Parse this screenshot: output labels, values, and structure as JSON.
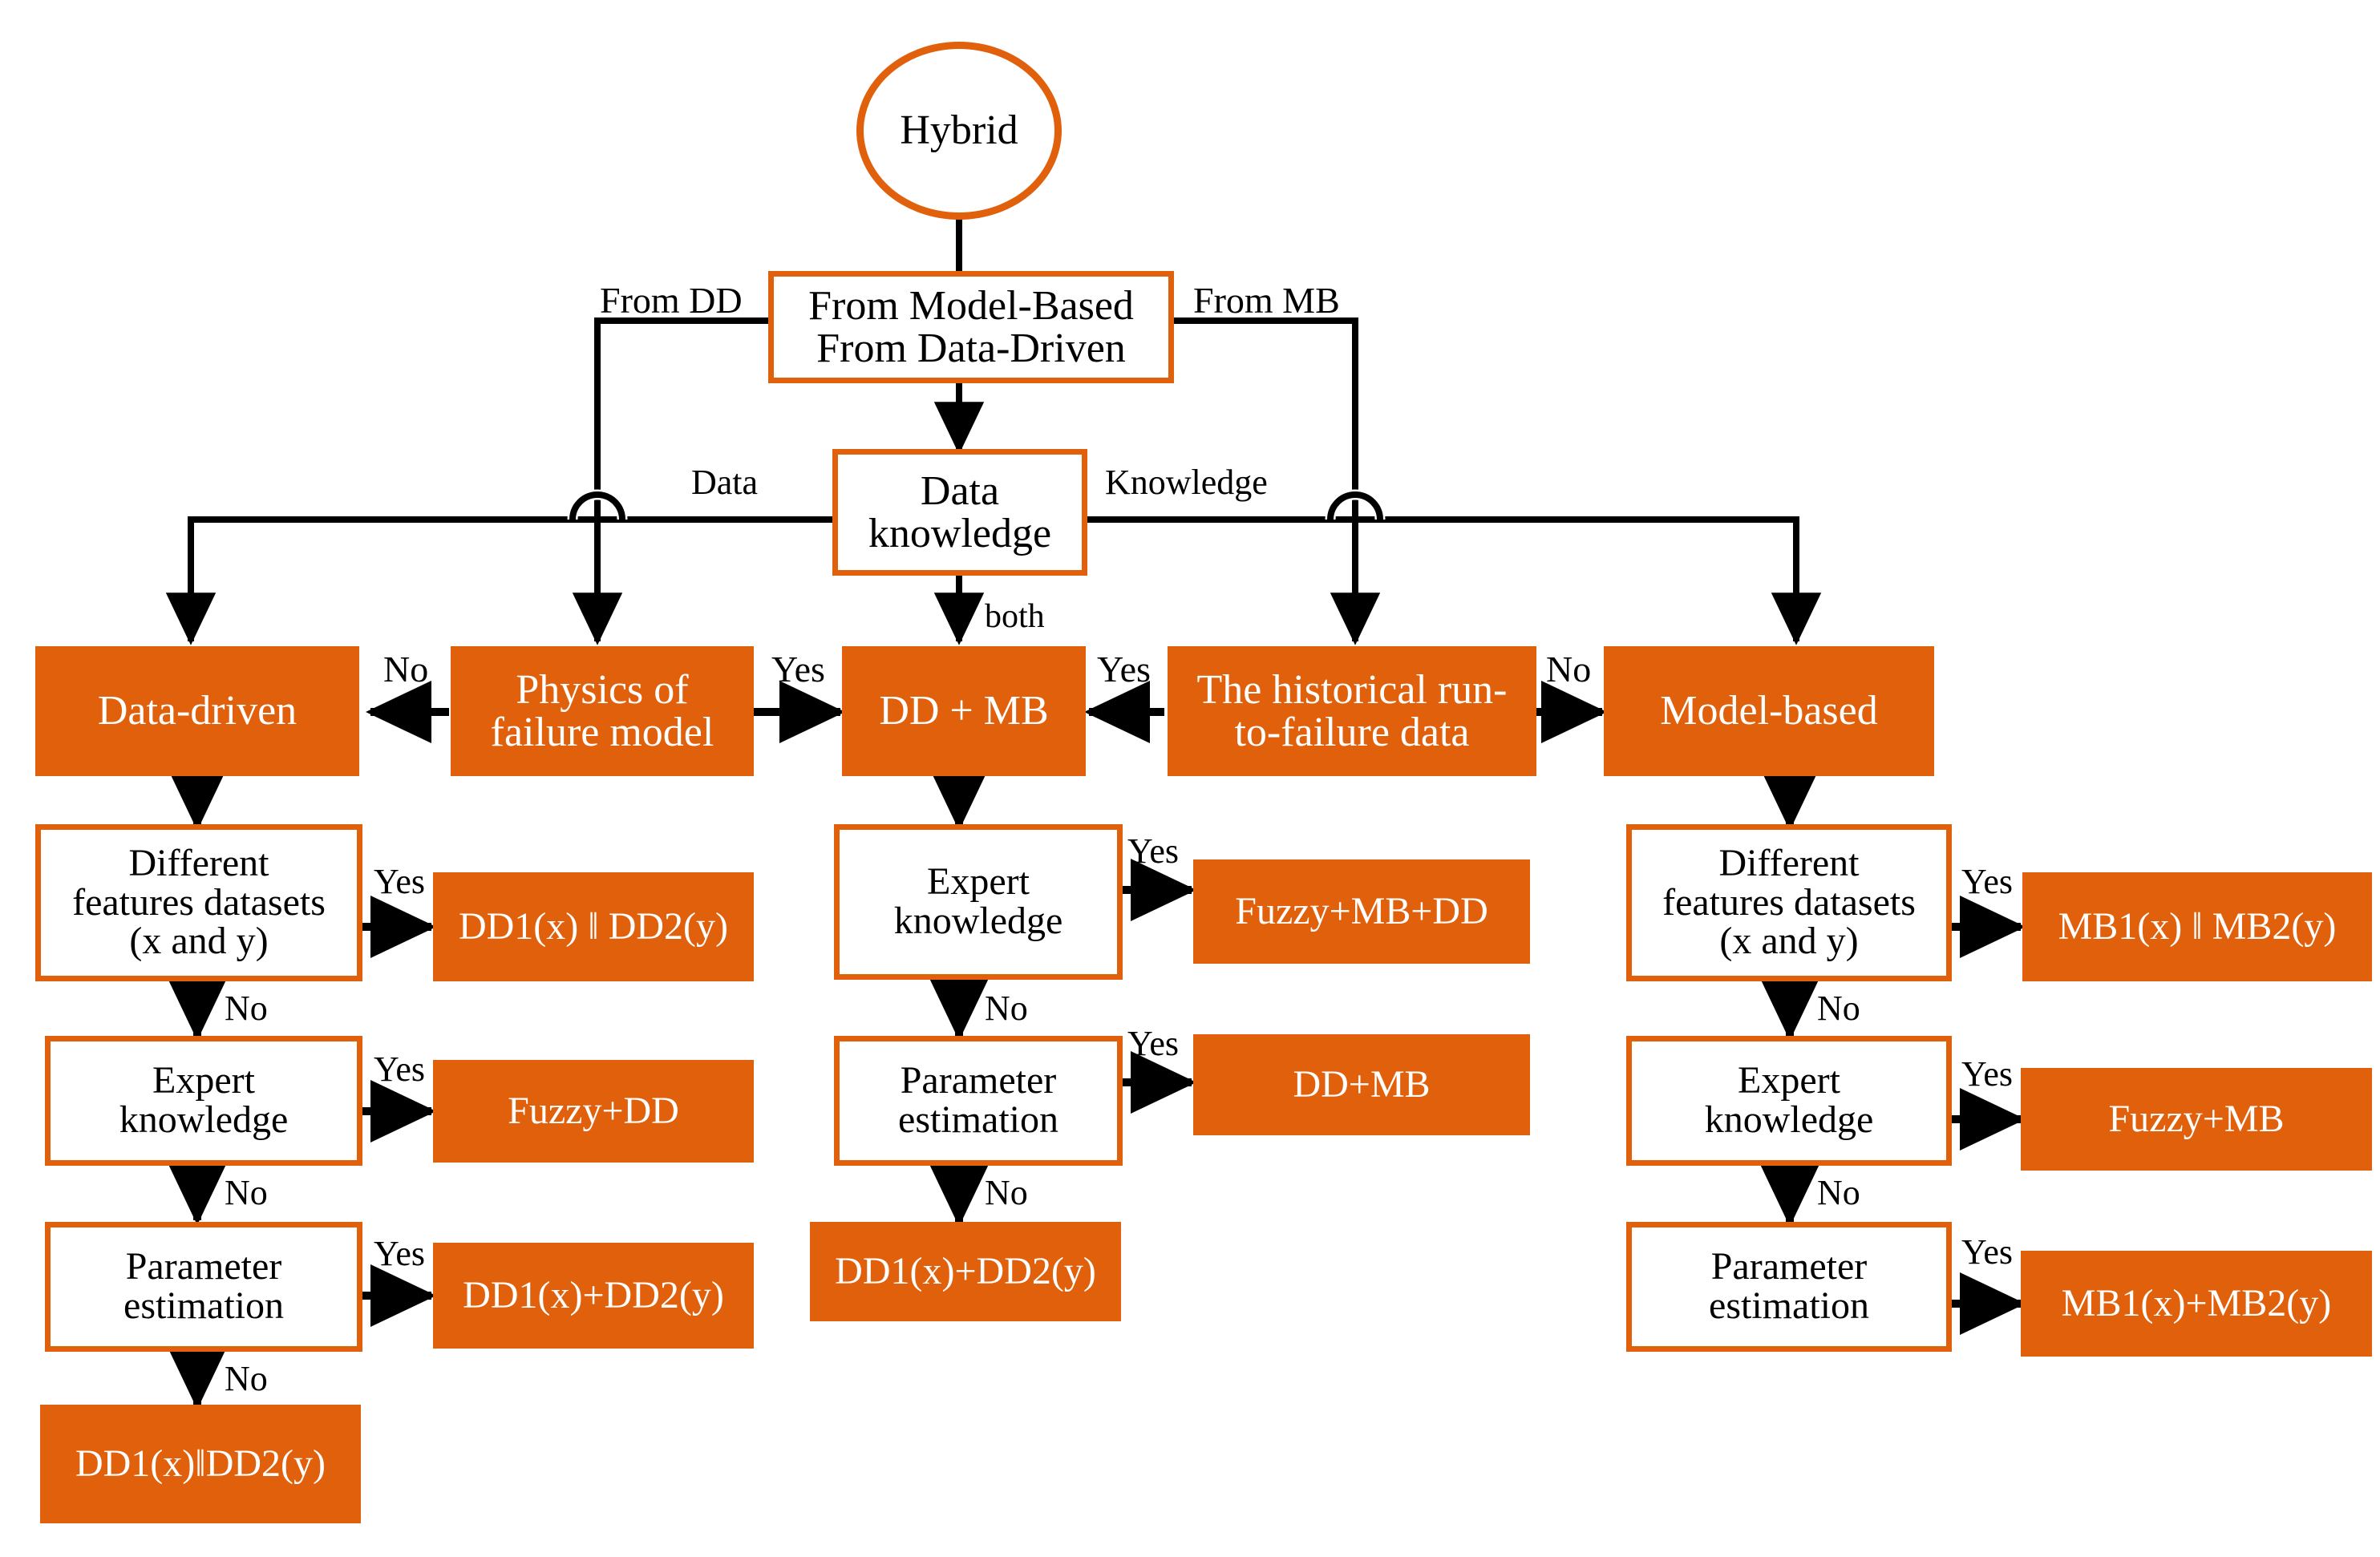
{
  "diagram": {
    "title": "Hybrid prognostics method selection flowchart",
    "colors": {
      "accent_orange": "#E0600B",
      "node_text_on_fill": "#FFFFFF",
      "node_text_on_outline": "#000000",
      "wire": "#000000",
      "background": "#FFFFFF"
    },
    "root": {
      "label": "Hybrid"
    },
    "source_node": {
      "label": "From Model-Based\nFrom Data-Driven"
    },
    "gate_node": {
      "label": "Data\nknowledge"
    },
    "branch_labels": {
      "from_dd": "From DD",
      "from_mb": "From MB",
      "data": "Data",
      "knowledge": "Knowledge",
      "both": "both"
    },
    "main_row": [
      {
        "id": "data-driven",
        "label": "Data-driven",
        "style": "fill"
      },
      {
        "id": "physics-of-failure-model",
        "label": "Physics of\nfailure model",
        "style": "fill"
      },
      {
        "id": "dd-plus-mb",
        "label": "DD + MB",
        "style": "fill"
      },
      {
        "id": "historical-run-to-failure-data",
        "label": "The historical run-\nto-failure data",
        "style": "fill"
      },
      {
        "id": "model-based",
        "label": "Model-based",
        "style": "fill"
      }
    ],
    "main_row_edge_labels": {
      "pof_to_dd": "No",
      "pof_to_ddmb": "Yes",
      "hist_to_ddmb": "Yes",
      "hist_to_mb": "No"
    },
    "left_column": {
      "decisions": [
        {
          "id": "dd-features",
          "label": "Different\nfeatures datasets\n(x and y)",
          "style": "outline"
        },
        {
          "id": "dd-expert",
          "label": "Expert\nknowledge",
          "style": "outline"
        },
        {
          "id": "dd-param",
          "label": "Parameter\nestimation",
          "style": "outline"
        }
      ],
      "outcomes": [
        {
          "id": "dd1-or-dd2-a",
          "label": "DD1(x) ‖ DD2(y)",
          "style": "fill"
        },
        {
          "id": "fuzzy-dd",
          "label": "Fuzzy+DD",
          "style": "fill"
        },
        {
          "id": "dd1-plus-dd2",
          "label": "DD1(x)+DD2(y)",
          "style": "fill"
        },
        {
          "id": "dd1-or-dd2-b",
          "label": "DD1(x)‖DD2(y)",
          "style": "fill"
        }
      ],
      "yes_labels": [
        "Yes",
        "Yes",
        "Yes"
      ],
      "no_labels": [
        "No",
        "No",
        "No"
      ]
    },
    "middle_column": {
      "decisions": [
        {
          "id": "mid-expert",
          "label": "Expert\nknowledge",
          "style": "outline"
        },
        {
          "id": "mid-param",
          "label": "Parameter\nestimation",
          "style": "outline"
        }
      ],
      "outcomes": [
        {
          "id": "fuzzy-mb-dd",
          "label": "Fuzzy+MB+DD",
          "style": "fill"
        },
        {
          "id": "dd-plus-mb-out",
          "label": "DD+MB",
          "style": "fill"
        },
        {
          "id": "dd1-plus-dd2-mid",
          "label": "DD1(x)+DD2(y)",
          "style": "fill"
        }
      ],
      "yes_labels": [
        "Yes",
        "Yes"
      ],
      "no_labels": [
        "No",
        "No"
      ]
    },
    "right_column": {
      "decisions": [
        {
          "id": "mb-features",
          "label": "Different\nfeatures datasets\n(x and y)",
          "style": "outline"
        },
        {
          "id": "mb-expert",
          "label": "Expert\nknowledge",
          "style": "outline"
        },
        {
          "id": "mb-param",
          "label": "Parameter\nestimation",
          "style": "outline"
        }
      ],
      "outcomes": [
        {
          "id": "mb1-or-mb2",
          "label": "MB1(x) ‖ MB2(y)",
          "style": "fill"
        },
        {
          "id": "fuzzy-mb",
          "label": "Fuzzy+MB",
          "style": "fill"
        },
        {
          "id": "mb1-plus-mb2",
          "label": "MB1(x)+MB2(y)",
          "style": "fill"
        }
      ],
      "yes_labels": [
        "Yes",
        "Yes",
        "Yes"
      ],
      "no_labels": [
        "No",
        "No"
      ]
    }
  }
}
